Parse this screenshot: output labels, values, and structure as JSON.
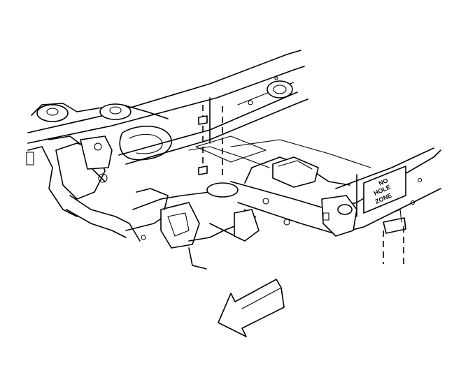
{
  "diagram": {
    "callout_lines": [
      "NO",
      "HOLE",
      "ZONE"
    ],
    "direction_arrow": "front-arrow-icon"
  }
}
